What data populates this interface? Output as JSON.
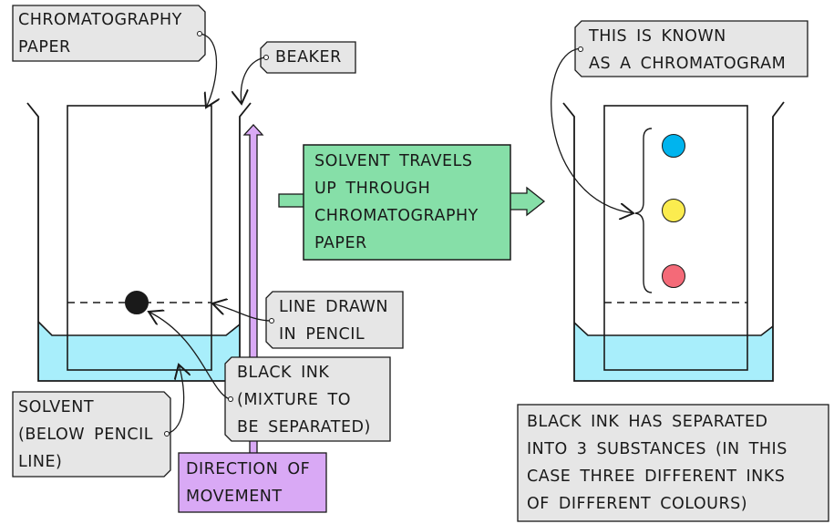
{
  "title": "Paper chromatography of black ink",
  "colors": {
    "solvent": "#a8eefb",
    "label_bg": "#e6e6e6",
    "process_box": "#86dfa8",
    "direction_arrow": "#d9a9f5",
    "ink_black": "#1a1a1a",
    "spot_blue": "#00b4ee",
    "spot_yellow": "#fbec4f",
    "spot_red": "#f46a78"
  },
  "labels": {
    "chromatography_paper": [
      "CHROMATOGRAPHY",
      "PAPER"
    ],
    "beaker": [
      "BEAKER"
    ],
    "line_drawn_in_pencil": [
      "LINE DRAWN",
      "IN PENCIL"
    ],
    "black_ink": [
      "BLACK INK",
      "(MIXTURE TO",
      "BE SEPARATED)"
    ],
    "solvent": [
      "SOLVENT",
      "(BELOW PENCIL",
      "LINE)"
    ],
    "direction_of_movement": [
      "DIRECTION OF",
      "MOVEMENT"
    ],
    "process": [
      "SOLVENT TRAVELS",
      "UP THROUGH",
      "CHROMATOGRAPHY",
      "PAPER"
    ],
    "chromatogram": [
      "THIS IS KNOWN",
      "AS A CHROMATOGRAM"
    ],
    "result": [
      "BLACK INK HAS SEPARATED",
      "INTO 3 SUBSTANCES (IN THIS",
      "CASE THREE DIFFERENT INKS",
      "OF DIFFERENT COLOURS)"
    ]
  },
  "spots": [
    {
      "name": "blue-ink-spot",
      "color": "#00b4ee"
    },
    {
      "name": "yellow-ink-spot",
      "color": "#fbec4f"
    },
    {
      "name": "red-ink-spot",
      "color": "#f46a78"
    }
  ]
}
